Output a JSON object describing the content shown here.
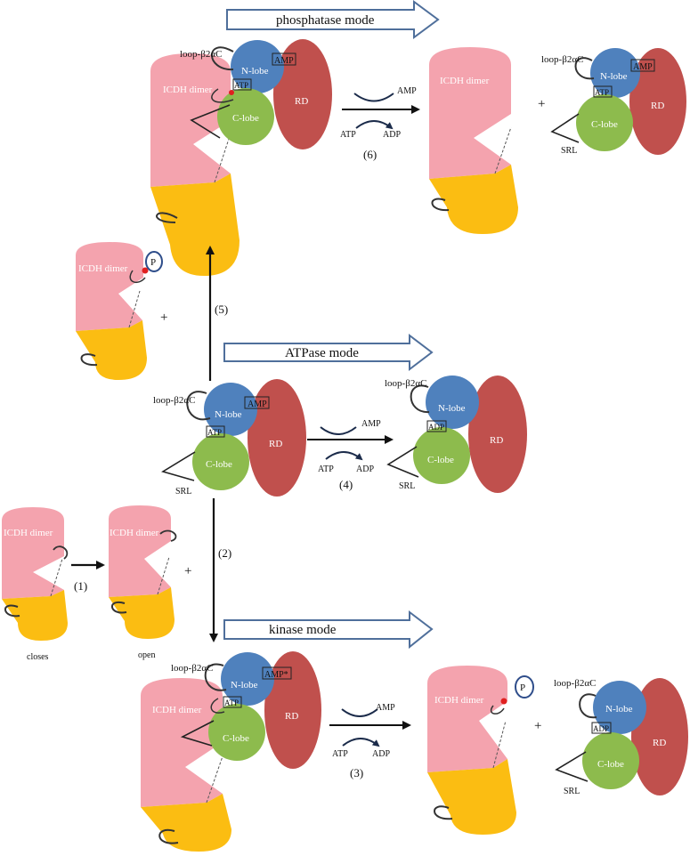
{
  "colors": {
    "icdh": "#f4a3ae",
    "icdh_lower": "#fbbd12",
    "nlobe": "#4f81bd",
    "clobe": "#8dbb4d",
    "rd": "#c0504d",
    "banner_border": "#4f6f9b",
    "phospho_ring": "#2e4d8a",
    "phospho_dot": "#e02020"
  },
  "modes": {
    "phosphatase": "phosphatase mode",
    "atpase": "ATPase mode",
    "kinase": "kinase mode"
  },
  "labels": {
    "icdh_dimer": "ICDH dimer",
    "nlobe": "N-lobe",
    "clobe": "C-lobe",
    "rd": "RD",
    "loop": "loop-β2αC",
    "srl": "SRL",
    "amp": "AMP",
    "amp_star": "AMP*",
    "atp": "ATP",
    "adp": "ADP",
    "p": "P",
    "plus": "+",
    "closes": "closes",
    "open": "open"
  },
  "steps": {
    "s1": "(1)",
    "s2": "(2)",
    "s3": "(3)",
    "s4": "(4)",
    "s5": "(5)",
    "s6": "(6)"
  }
}
